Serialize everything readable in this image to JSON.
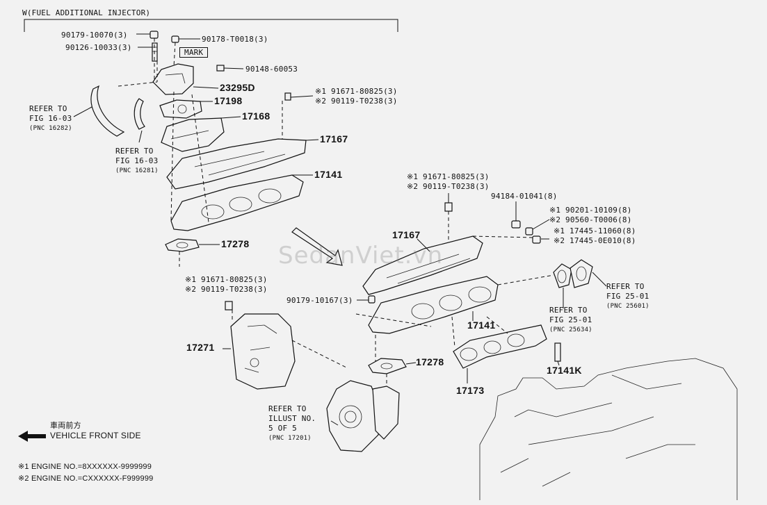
{
  "header": {
    "title": "W(FUEL ADDITIONAL INJECTOR)"
  },
  "labels": {
    "l1": "90179-10070(3)",
    "l2": "90126-10033(3)",
    "l3": "90178-T0018(3)",
    "mark": "MARK",
    "l4": "90148-60053",
    "p23295d": "23295D",
    "s1a": "※1 91671-80825(3)",
    "s1b": "※2 90119-T0238(3)",
    "p17198": "17198",
    "p17168": "17168",
    "p17167a": "17167",
    "p17141a": "17141",
    "p17278a": "17278",
    "s2a": "※1 91671-80825(3)",
    "s2b": "※2 90119-T0238(3)",
    "l5": "94184-01041(8)",
    "s3a": "※1 90201-10109(8)",
    "s3b": "※2 90560-T0006(8)",
    "s3c": "※1 17445-11060(8)",
    "s3d": "※2 17445-0E010(8)",
    "p17167b": "17167",
    "s4a": "※1 91671-80825(3)",
    "s4b": "※2 90119-T0238(3)",
    "l6": "90179-10167(3)",
    "p17141b": "17141",
    "p17271": "17271",
    "p17278b": "17278",
    "p17173": "17173",
    "p17141k": "17141K"
  },
  "refs": {
    "r1": [
      "REFER TO",
      "FIG 16-03",
      "(PNC 16282)"
    ],
    "r2": [
      "REFER TO",
      "FIG 16-03",
      "(PNC 16281)"
    ],
    "r3": [
      "REFER TO",
      "FIG 25-01",
      "(PNC 25601)"
    ],
    "r4": [
      "REFER TO",
      "FIG 25-01",
      "(PNC 25634)"
    ],
    "r5": [
      "REFER TO",
      "ILLUST NO.",
      "5 OF 5",
      "(PNC 17201)"
    ]
  },
  "legend": {
    "front_jp": "車両前方",
    "front_en": "VEHICLE FRONT SIDE",
    "note1": "※1 ENGINE NO.=8XXXXXX-9999999",
    "note2": "※2 ENGINE NO.=CXXXXXX-F999999"
  },
  "watermark": "SedanViet.vn"
}
